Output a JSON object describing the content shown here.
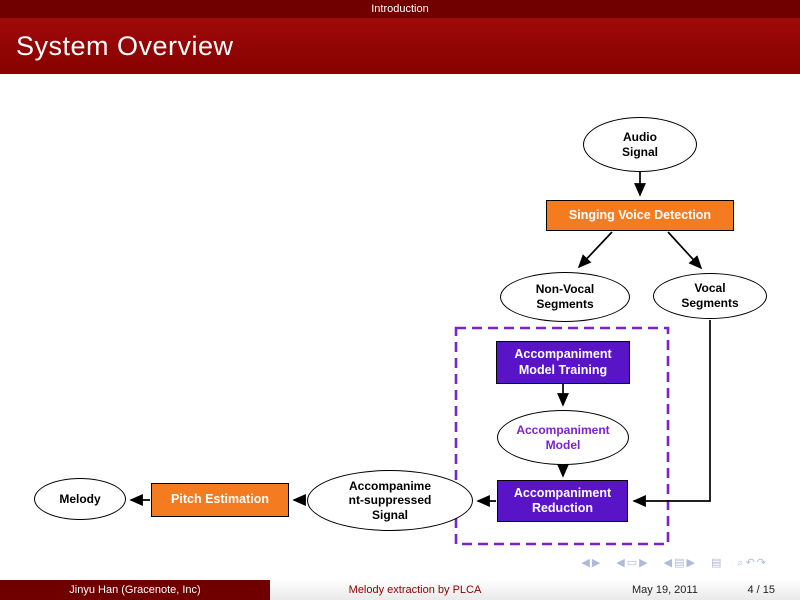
{
  "theme": {
    "maroon_dark": "#700000",
    "maroon": "#870000",
    "maroon_light": "#a00a0a",
    "orange": "#f47b20",
    "purple": "#5a14c8",
    "purple_bright": "#7e22ce",
    "footer_text_red": "#8b0000",
    "nav_color": "#a9b2d4"
  },
  "header": {
    "section": "Introduction",
    "title": "System Overview"
  },
  "diagram": {
    "nodes": {
      "audio_signal": {
        "label": "Audio\nSignal"
      },
      "singing_voice_detection": {
        "label": "Singing Voice Detection"
      },
      "non_vocal_segments": {
        "label": "Non-Vocal\nSegments"
      },
      "vocal_segments": {
        "label": "Vocal\nSegments"
      },
      "accompaniment_model_training": {
        "label": "Accompaniment\nModel Training"
      },
      "accompaniment_model": {
        "label": "Accompaniment\nModel"
      },
      "accompaniment_reduction": {
        "label": "Accompaniment\nReduction"
      },
      "accompaniment_suppressed_signal": {
        "label": "Accompanime\nnt-suppressed\nSignal"
      },
      "pitch_estimation": {
        "label": "Pitch Estimation"
      },
      "melody": {
        "label": "Melody"
      }
    }
  },
  "nav": {
    "icons": [
      {
        "glyph": "◀"
      },
      {
        "glyph": "▶"
      },
      {
        "glyph": "◀"
      },
      {
        "glyph": "▭"
      },
      {
        "glyph": "▶"
      },
      {
        "glyph": "◀"
      },
      {
        "glyph": "▤"
      },
      {
        "glyph": "▶"
      },
      {
        "glyph": "▤"
      },
      {
        "glyph": "⌕"
      },
      {
        "glyph": "↶"
      },
      {
        "glyph": "↷"
      }
    ]
  },
  "footer": {
    "author": "Jinyu Han  (Gracenote, Inc)",
    "title": "Melody extraction by PLCA",
    "date": "May 19, 2011",
    "page": "4 / 15"
  }
}
